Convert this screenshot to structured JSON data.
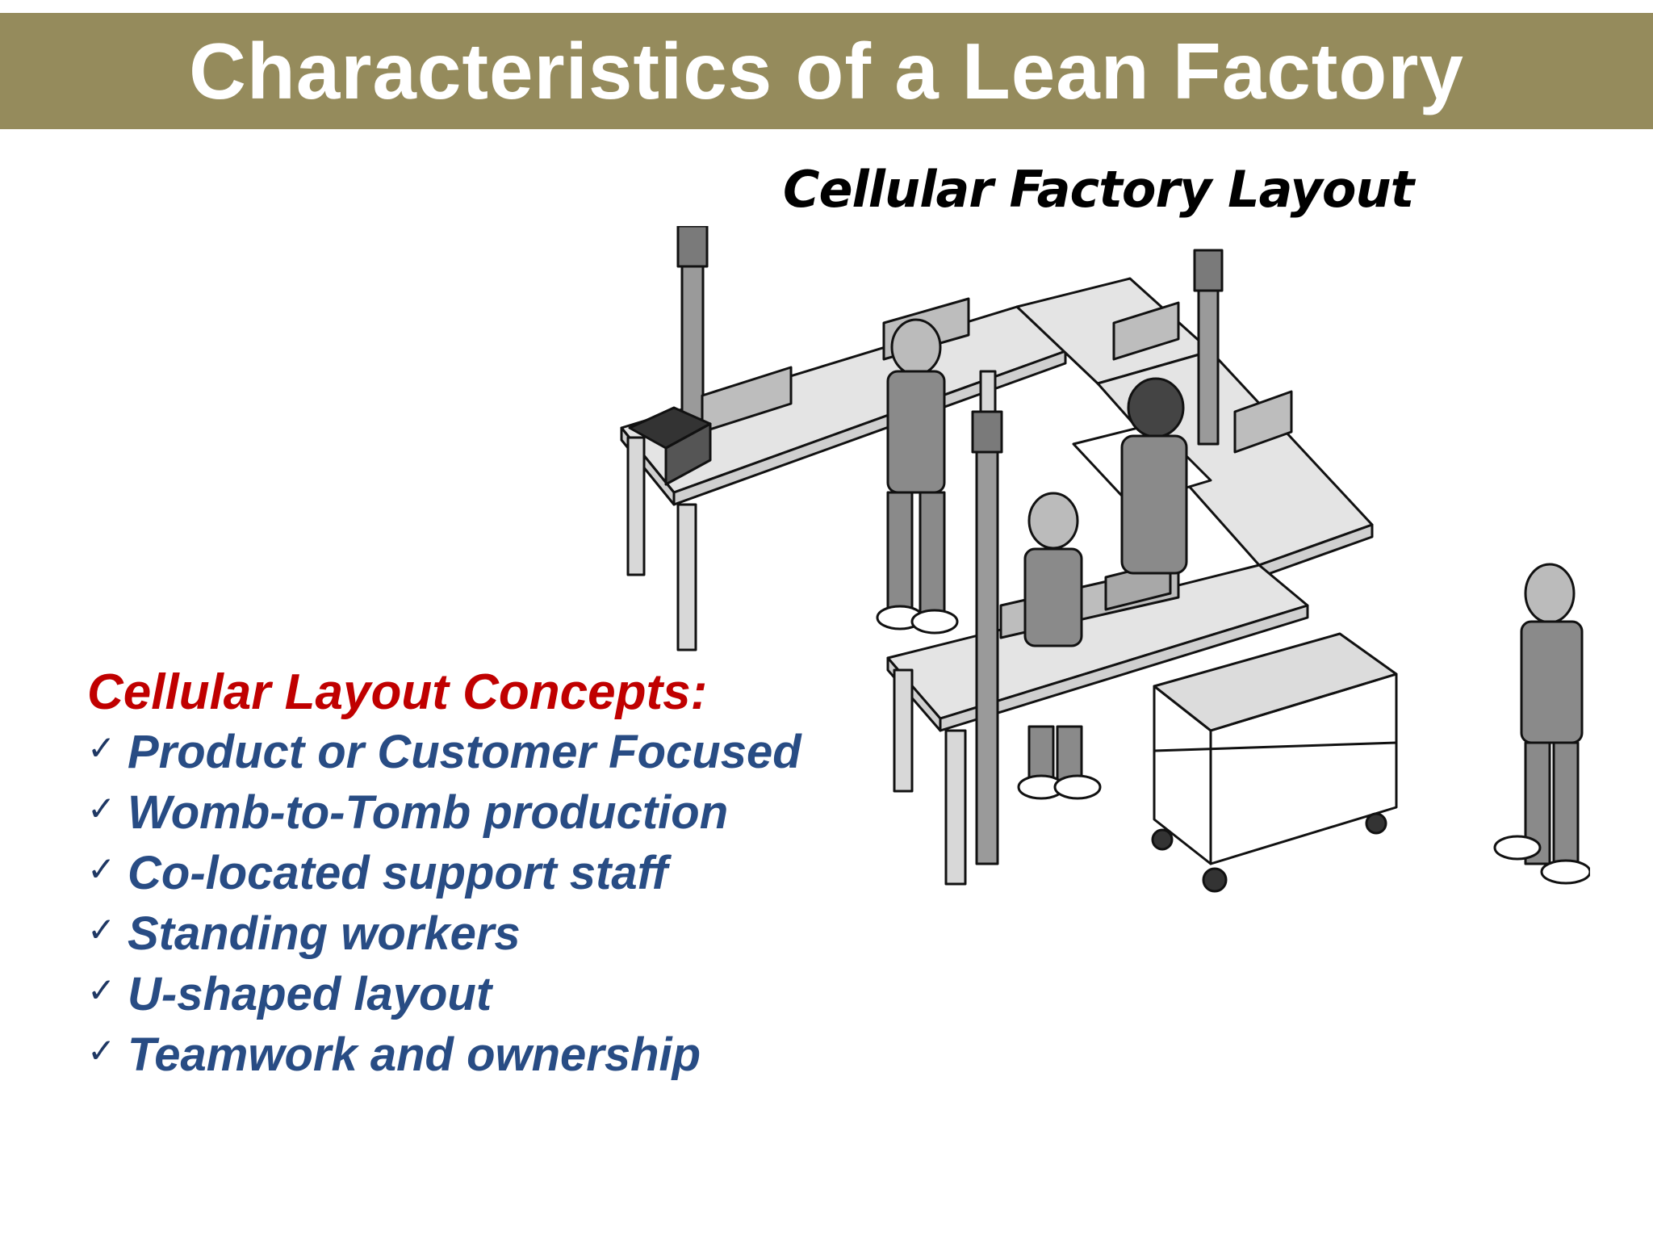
{
  "slide": {
    "title": "Characteristics of a Lean Factory",
    "subtitle": "Cellular Factory Layout"
  },
  "concepts": {
    "heading": "Cellular Layout Concepts:",
    "check_icon": "✓",
    "items": [
      "Product or Customer Focused",
      "Womb-to-Tomb production",
      "Co-located support staff",
      "Standing workers",
      "U-shaped layout",
      "Teamwork and ownership"
    ]
  },
  "colors": {
    "title_bar": "#958b5c",
    "heading": "#c00000",
    "list_text": "#284c84"
  }
}
